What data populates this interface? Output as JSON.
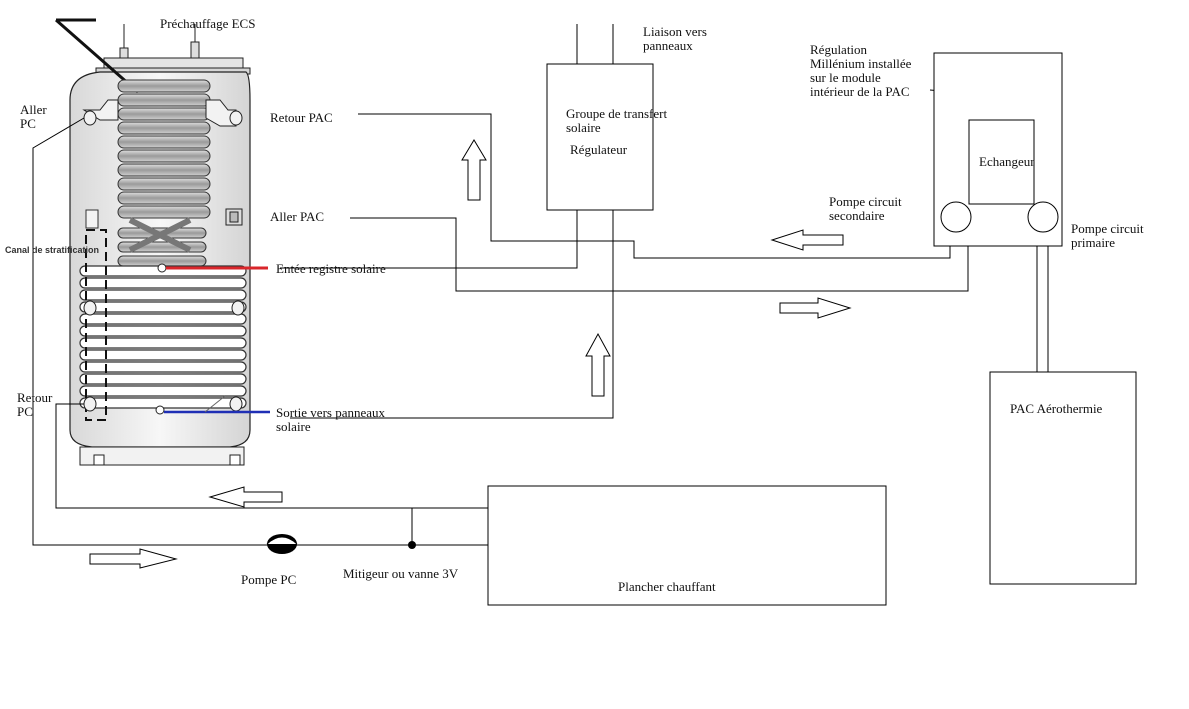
{
  "labels": {
    "prechauffage": "Préchauffage ECS",
    "aller_pc": "Aller\nPC",
    "retour_pc": "Retour\nPC",
    "canal": "Canal de stratification",
    "retour_pac": "Retour PAC",
    "aller_pac": "Aller PAC",
    "entree_solaire": "Entée registre solaire",
    "sortie_solaire": "Sortie vers panneaux\nsolaire",
    "liaison": "Liaison vers\npanneaux",
    "groupe_transfert": "Groupe de transfert\nsolaire",
    "regulateur": "Régulateur",
    "regulation": "Régulation\nMillénium installée\nsur le module\nintérieur de la PAC",
    "echangeur": "Echangeur",
    "pompe_secondaire": "Pompe circuit\nsecondaire",
    "pompe_primaire": "Pompe circuit\nprimaire",
    "pac": "PAC Aérothermie",
    "pompe_pc": "Pompe PC",
    "mitigeur": "Mitigeur ou vanne 3V",
    "plancher": "Plancher chauffant"
  },
  "colors": {
    "line": "#000000",
    "solar_in": "#d9262b",
    "solar_out": "#1f2fb5",
    "coil_fill": "#b5b5b5",
    "tank_fill": "#ececec"
  }
}
